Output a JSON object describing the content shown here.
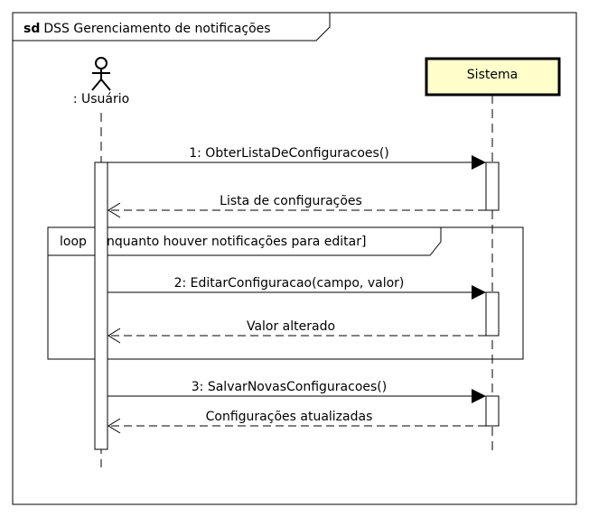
{
  "frame": {
    "keyword": "sd",
    "title": "DSS Gerenciamento de notificações"
  },
  "participants": {
    "actor": {
      "label": ": Usuário"
    },
    "system": {
      "label": "Sistema"
    }
  },
  "messages": [
    {
      "label": "1: ObterListaDeConfiguracoes()",
      "kind": "sync"
    },
    {
      "label": "Lista de configurações",
      "kind": "reply"
    },
    {
      "label": "2: EditarConfiguracao(campo, valor)",
      "kind": "sync"
    },
    {
      "label": "Valor alterado",
      "kind": "reply"
    },
    {
      "label": "3: SalvarNovasConfiguracoes()",
      "kind": "sync"
    },
    {
      "label": "Configurações atualizadas",
      "kind": "reply"
    }
  ],
  "fragment": {
    "operator": "loop",
    "guard": "[enquanto houver notificações para editar]"
  },
  "colors": {
    "system_box_fill": "#ffffcc",
    "line": "#000000",
    "background": "#ffffff"
  }
}
